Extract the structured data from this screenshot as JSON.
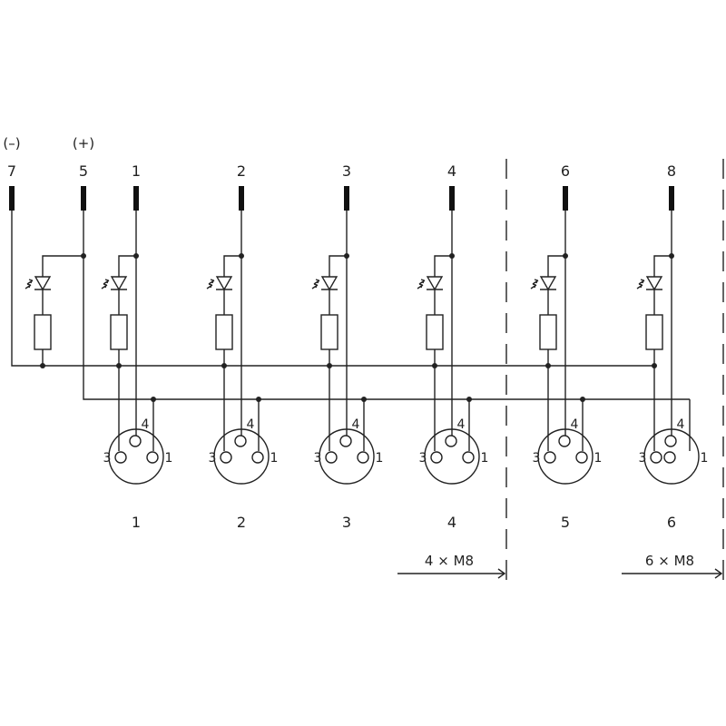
{
  "terminals": [
    {
      "pin": "7",
      "polarity": "(–)"
    },
    {
      "pin": "5",
      "polarity": "(+)"
    },
    {
      "pin": "1"
    },
    {
      "pin": "2"
    },
    {
      "pin": "3"
    },
    {
      "pin": "4"
    },
    {
      "pin": "6"
    },
    {
      "pin": "8"
    }
  ],
  "connector_pin_labels": {
    "pin4": "4",
    "pin3": "3",
    "pin1": "1"
  },
  "ports": [
    "1",
    "2",
    "3",
    "4",
    "5",
    "6"
  ],
  "variants": [
    {
      "label": "4 × M8"
    },
    {
      "label": "6 × M8"
    }
  ],
  "colors": {
    "line": "#222222",
    "background": "#ffffff"
  }
}
